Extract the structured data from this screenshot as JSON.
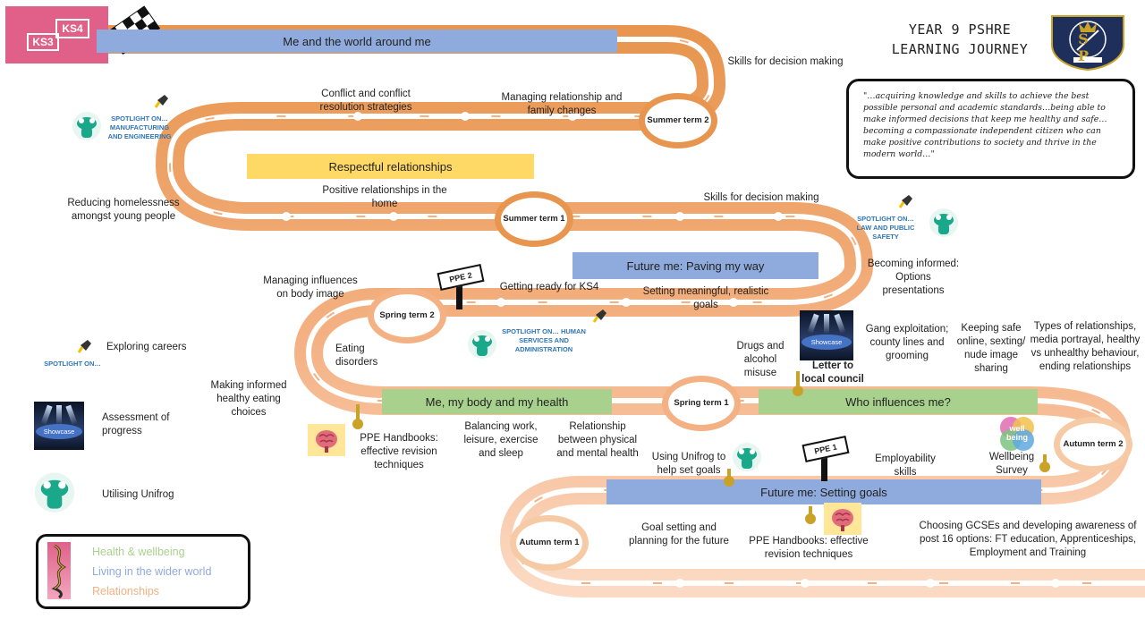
{
  "header": {
    "title_line1": "YEAR 9 PSHRE",
    "title_line2": "LEARNING JOURNEY",
    "badge_left": "KS3",
    "badge_right": "KS4",
    "crest_letters": "S P"
  },
  "quote": "\"…acquiring knowledge and skills to achieve the best possible personal and academic standards…being able to make informed decisions that keep me healthy and safe… becoming a compassionate independent citizen who can make positive contributions to society and thrive in the modern world…\"",
  "terms": {
    "summer2": "Summer term 2",
    "summer1": "Summer term 1",
    "spring2": "Spring term 2",
    "spring1": "Spring term 1",
    "autumn2": "Autumn term 2",
    "autumn1": "Autumn term 1"
  },
  "bars": {
    "world": "Me and the world around me",
    "respectful": "Respectful relationships",
    "paving": "Future me:  Paving my way",
    "body": "Me, my body and my health",
    "influences": "Who influences me?",
    "goals": "Future me:  Setting goals"
  },
  "topics": {
    "skills_top": "Skills for decision making",
    "conflict": "Conflict and conflict resolution strategies",
    "family": "Managing relationship and family changes",
    "homelessness": "Reducing homelessness amongst young people",
    "positive_home": "Positive relationships in the home",
    "skills_mid": "Skills for decision making",
    "options": "Becoming informed: Options presentations",
    "body_image": "Managing influences on body image",
    "ks4": "Getting ready for KS4",
    "meaningful_goals": "Setting meaningful, realistic goals",
    "eating": "Eating disorders",
    "drugs": "Drugs and alcohol misuse",
    "letter": "Letter to local council",
    "gang": "Gang exploitation; county lines and grooming",
    "online": "Keeping safe online, sexting/ nude image sharing",
    "types_rel": "Types of relationships, media portrayal,  healthy vs unhealthy behaviour, ending relationships",
    "healthy_eating": "Making informed healthy eating choices",
    "ppe_handbooks1": "PPE Handbooks: effective revision techniques",
    "balancing": "Balancing work, leisure, exercise and sleep",
    "physical_mental": "Relationship between  physical and mental health",
    "unifrog_goals": "Using Unifrog to help set goals",
    "employability": "Employability skills",
    "wellbeing_survey": "Wellbeing Survey",
    "goal_setting": "Goal setting and planning for the future",
    "ppe_handbooks2": "PPE Handbooks: effective revision techniques",
    "gcses": "Choosing GCSEs and developing awareness of post 16 options: FT education, Apprenticeships, Employment and Training"
  },
  "spotlights": {
    "manufacturing": "SPOTLIGHT ON… MANUFACTURING AND ENGINEERING",
    "law": "SPOTLIGHT ON… LAW AND PUBLIC SAFETY",
    "human": "SPOTLIGHT ON… HUMAN SERVICES  AND ADMINISTRATION",
    "generic": "SPOTLIGHT ON…"
  },
  "ppe_signs": {
    "ppe2": "PPE 2",
    "ppe1": "PPE 1"
  },
  "showcase_label": "Showcase",
  "wellbeing_logo": "well being",
  "key": {
    "exploring": "Exploring careers",
    "assessment": "Assessment of progress",
    "unifrog": "Utilising Unifrog"
  },
  "legend": {
    "health": "Health & wellbeing",
    "wider": "Living in the wider world",
    "relationships": "Relationships"
  },
  "colors": {
    "road_dark": "#e8964f",
    "road_mid": "#f4b183",
    "road_light": "#f8cbad",
    "blue_bar": "#8faadc",
    "yellow_bar": "#ffd966",
    "green_bar": "#a9d18e",
    "legend_health": "#a9d18e",
    "legend_wider": "#8faadc",
    "legend_relationships": "#f4b183",
    "ks_badge": "#e0608a",
    "unifrog": "#1aa88a"
  }
}
